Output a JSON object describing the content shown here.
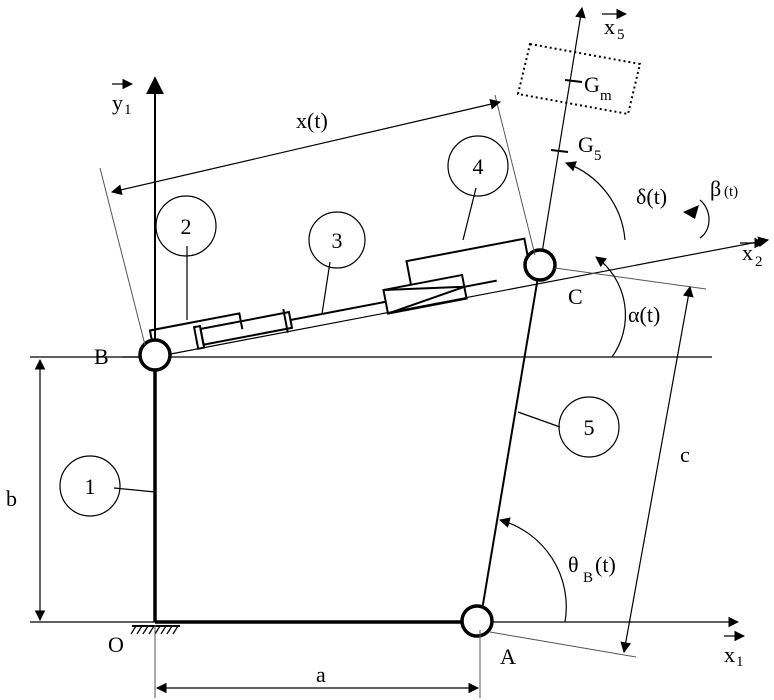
{
  "labels": {
    "y1": "y",
    "y1_sub": "1",
    "x1": "x",
    "x1_sub": "1",
    "x2": "x",
    "x2_sub": "2",
    "x5": "x",
    "x5_sub": "5",
    "gm": "G",
    "gm_sub": "m",
    "g5": "G",
    "g5_sub": "5",
    "point_b": "B",
    "point_o": "O",
    "point_a": "A",
    "point_c": "C",
    "dim_a": "a",
    "dim_b": "b",
    "dim_c": "c",
    "xt": "x(t)",
    "delta": "δ(t)",
    "beta": "β",
    "beta_sub": "(t)",
    "alpha": "α(t)",
    "theta": "θ",
    "theta_sub": "B",
    "theta_tail": "(t)"
  },
  "parts": {
    "p1": "1",
    "p2": "2",
    "p3": "3",
    "p4": "4",
    "p5": "5"
  }
}
